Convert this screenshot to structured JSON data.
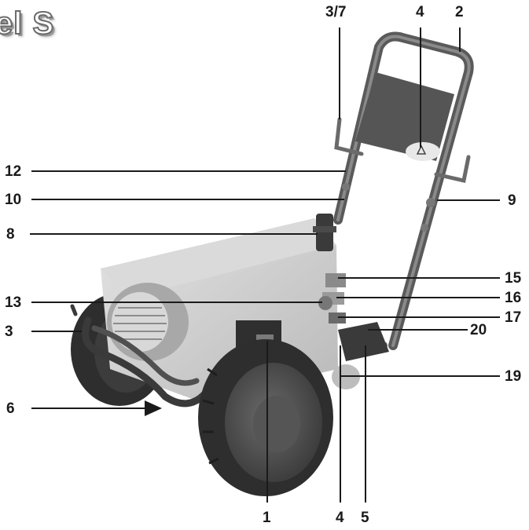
{
  "title_fragment": "el S",
  "labels": {
    "l3_7": "3/7",
    "l4_top": "4",
    "l2": "2",
    "l12": "12",
    "l10": "10",
    "l8": "8",
    "l13": "13",
    "l3": "3",
    "l6": "6",
    "l9": "9",
    "l15": "15",
    "l16": "16",
    "l17": "17",
    "l20": "20",
    "l19": "19",
    "l1": "1",
    "l4_bottom": "4",
    "l5": "5"
  },
  "colors": {
    "frame": "#5a5a5a",
    "body_panel": "#cfcfcf",
    "tire": "#2e2e2e",
    "hub": "#4a4a4a",
    "leader": "#1a1a1a"
  }
}
